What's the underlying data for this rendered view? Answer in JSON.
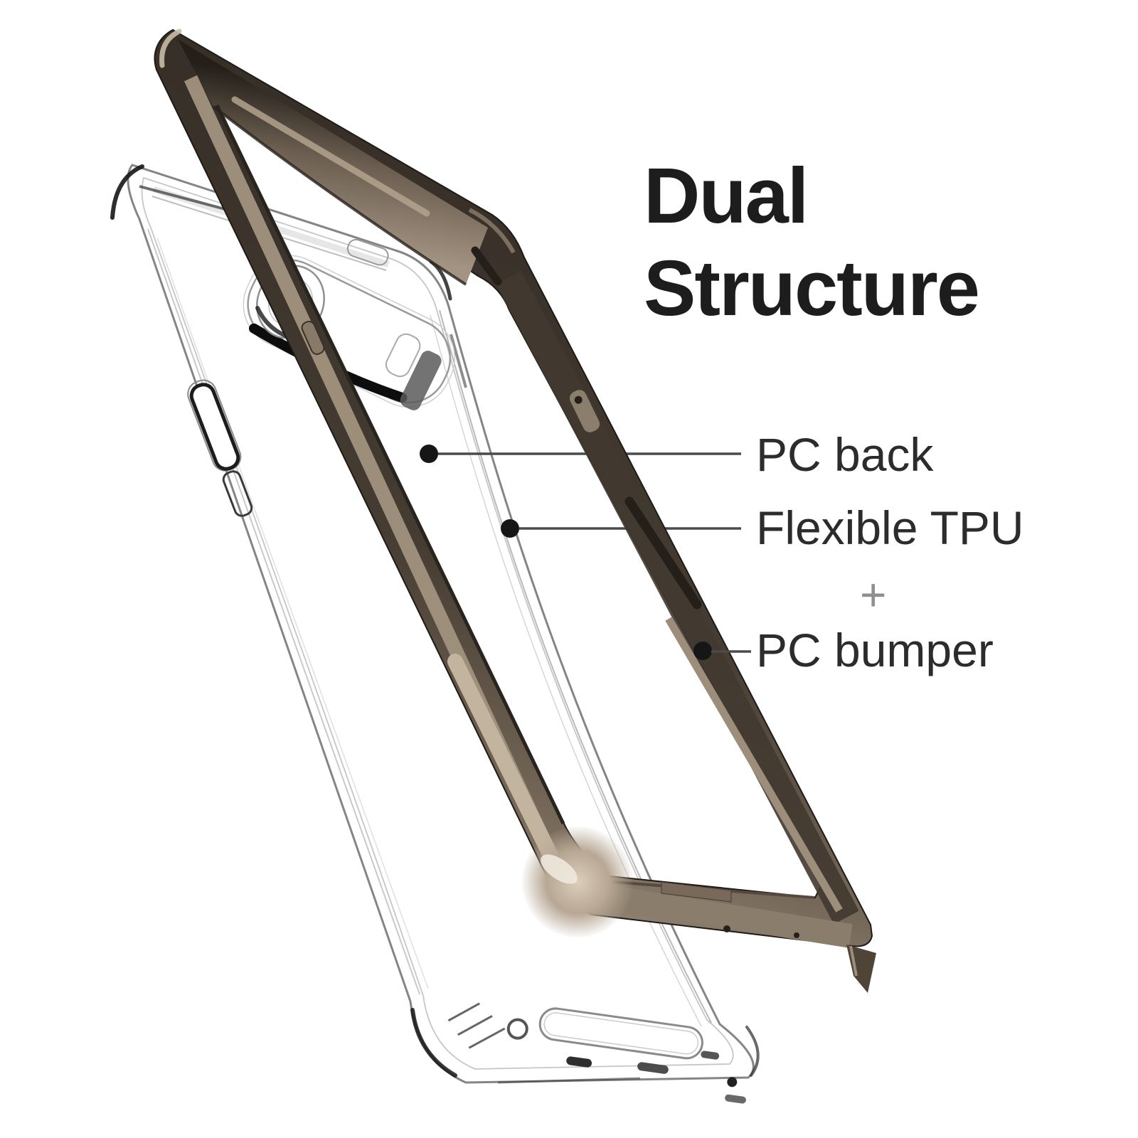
{
  "title": {
    "line1": "Dual",
    "line2": "Structure"
  },
  "callouts": {
    "pc_back": {
      "label": "PC back"
    },
    "flexible_tpu": {
      "label": "Flexible TPU"
    },
    "plus_symbol": "+",
    "pc_bumper": {
      "label": "PC bumper"
    }
  },
  "colors": {
    "background": "#ffffff",
    "title_text": "#1d1d1d",
    "label_text": "#2c2c2c",
    "leader_line": "#4b4b4b",
    "leader_dot": "#161616",
    "plus_sign": "#8f8f8f",
    "bumper_dark": "#352e27",
    "bumper_mid": "#6b5e4f",
    "bumper_champagne": "#b9ab99",
    "case_outline": "#858585"
  }
}
